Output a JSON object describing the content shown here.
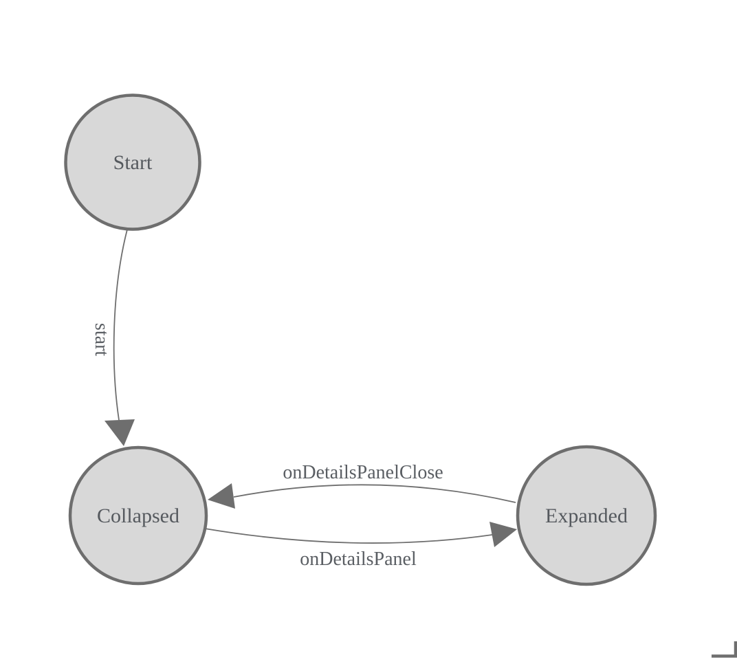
{
  "diagram": {
    "colors": {
      "background": "#ffffff",
      "node_fill": "#d8d8d8",
      "node_stroke": "#6e6e6e",
      "edge": "#6e6e6e",
      "text": "#55595e"
    },
    "nodes": [
      {
        "id": "start",
        "label": "Start"
      },
      {
        "id": "collapsed",
        "label": "Collapsed"
      },
      {
        "id": "expanded",
        "label": "Expanded"
      }
    ],
    "edges": [
      {
        "id": "start-to-collapsed",
        "label": "start",
        "from": "Start",
        "to": "Collapsed"
      },
      {
        "id": "expanded-to-collapsed",
        "label": "onDetailsPanelClose",
        "from": "Expanded",
        "to": "Collapsed"
      },
      {
        "id": "collapsed-to-expanded",
        "label": "onDetailsPanel",
        "from": "Collapsed",
        "to": "Expanded"
      }
    ]
  }
}
